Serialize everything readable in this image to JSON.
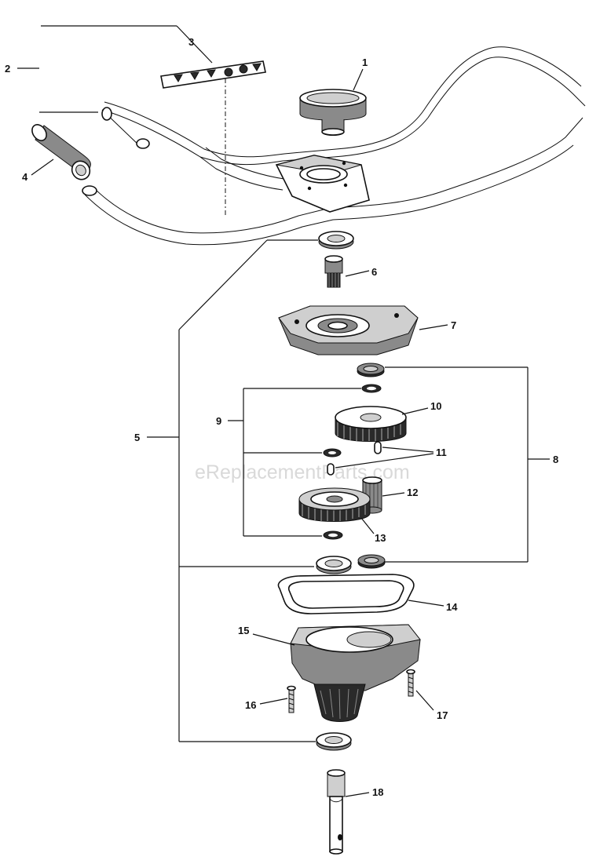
{
  "watermark": "eReplacementParts.com",
  "callouts": {
    "p1": "1",
    "p2": "2",
    "p3": "3",
    "p4": "4",
    "p5": "5",
    "p6": "6",
    "p7": "7",
    "p8": "8",
    "p9": "9",
    "p10": "10",
    "p11": "11",
    "p12": "12",
    "p13": "13",
    "p14": "14",
    "p15": "15",
    "p16": "16",
    "p17": "17",
    "p18": "18"
  }
}
